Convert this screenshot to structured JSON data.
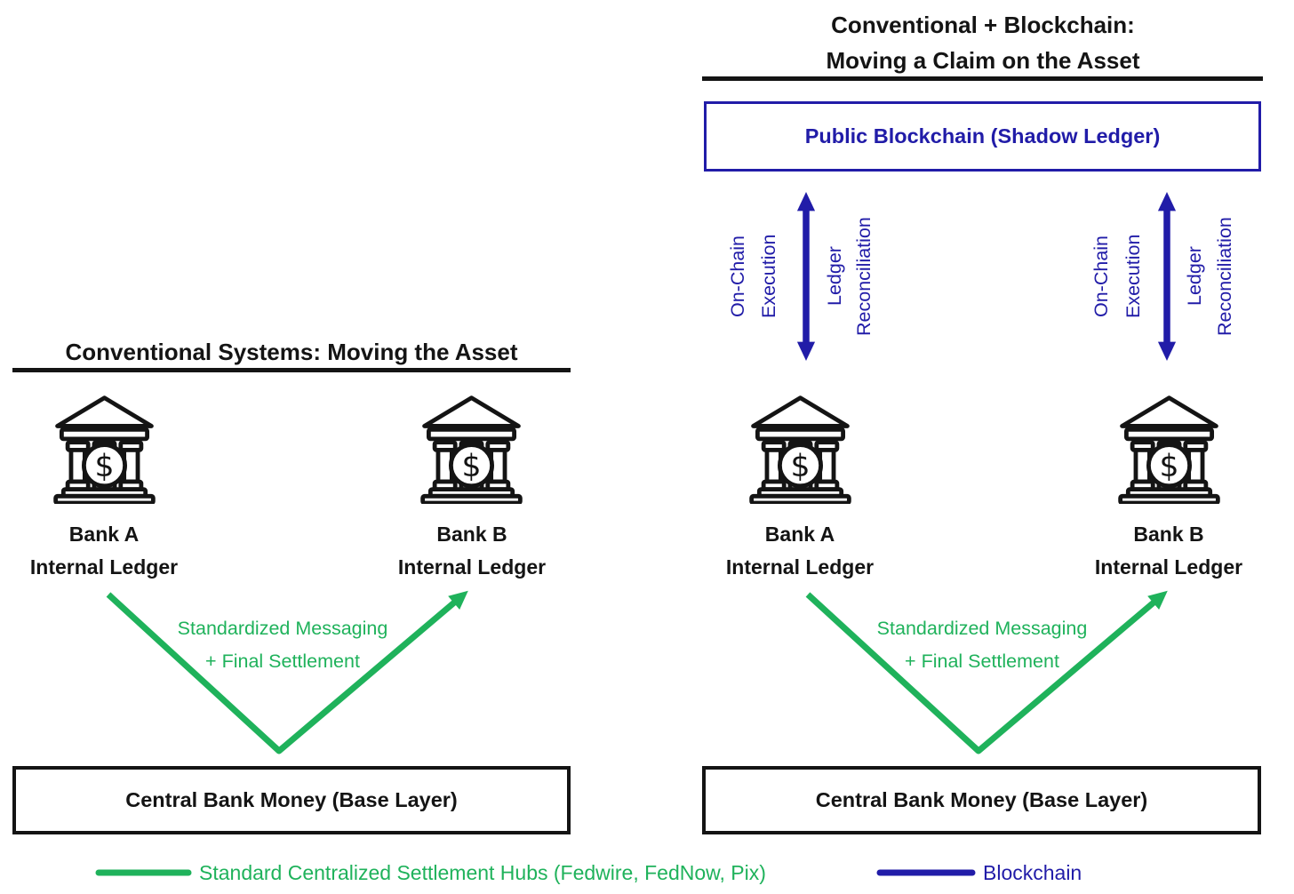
{
  "colors": {
    "ink": "#141414",
    "accent_green": "#1FB25B",
    "accent_blue": "#211CA8",
    "background": "#ffffff"
  },
  "icons": {
    "bank": "bank-building-icon",
    "settlement_arrow": "green-v-arrow-icon",
    "sync_arrow": "blue-double-headed-arrow-icon",
    "currency_symbol": "$"
  },
  "left_panel": {
    "title": "Conventional Systems: Moving the Asset",
    "bank_a_name": "Bank A",
    "bank_a_sub": "Internal Ledger",
    "bank_b_name": "Bank B",
    "bank_b_sub": "Internal Ledger",
    "settlement_line1": "Standardized Messaging",
    "settlement_line2": "+ Final Settlement",
    "base_layer_label": "Central Bank Money (Base Layer)"
  },
  "right_panel": {
    "title_line1": "Conventional + Blockchain:",
    "title_line2": "Moving a Claim on the Asset",
    "blockchain_box_label": "Public Blockchain (Shadow Ledger)",
    "sync_left": {
      "on_chain": "On-Chain",
      "execution": "Execution",
      "ledger": "Ledger",
      "reconciliation": "Reconciliation"
    },
    "sync_right": {
      "on_chain": "On-Chain",
      "execution": "Execution",
      "ledger": "Ledger",
      "reconciliation": "Reconciliation"
    },
    "bank_a_name": "Bank A",
    "bank_a_sub": "Internal Ledger",
    "bank_b_name": "Bank B",
    "bank_b_sub": "Internal Ledger",
    "settlement_line1": "Standardized Messaging",
    "settlement_line2": "+ Final Settlement",
    "base_layer_label": "Central Bank Money (Base Layer)"
  },
  "legend": {
    "settlement_hubs_label": "Standard Centralized Settlement Hubs (Fedwire, FedNow, Pix)",
    "blockchain_label": "Blockchain"
  }
}
